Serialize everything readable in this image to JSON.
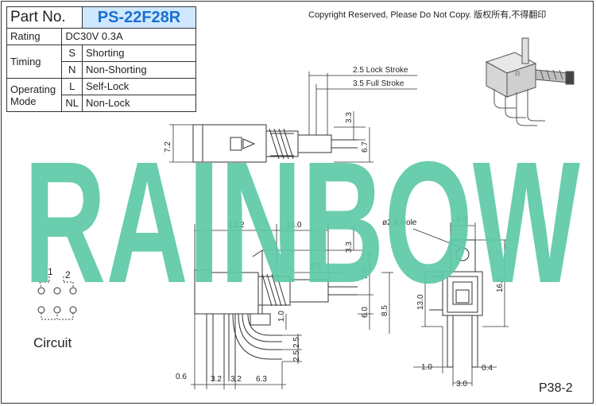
{
  "part": {
    "label": "Part No.",
    "number": "PS-22F28R"
  },
  "rating": {
    "label": "Rating",
    "value": "DC30V  0.3A"
  },
  "timing": {
    "label": "Timing",
    "rows": [
      {
        "code": "S",
        "value": "Shorting"
      },
      {
        "code": "N",
        "value": "Non-Shorting"
      }
    ]
  },
  "operating_mode": {
    "label_line1": "Operating",
    "label_line2": "Mode",
    "rows": [
      {
        "code": "L",
        "value": "Self-Lock"
      },
      {
        "code": "NL",
        "value": "Non-Lock"
      }
    ]
  },
  "copyright": "Copyright Reserved, Please Do Not Copy. 版权所有,不得翻印",
  "watermark": "RAINBOW",
  "watermark_color": "#5cc9a7",
  "page_code": "P38-2",
  "circuit": {
    "label": "Circuit",
    "pin1": "1",
    "pin2": "2"
  },
  "dimensions": {
    "lock_stroke": "2.5 Lock Stroke",
    "full_stroke": "3.5 Full Stroke",
    "top_height": "7.2",
    "top_d1": "3.3",
    "top_d2": "6.7",
    "side_w1": "12.2",
    "side_w2": "13.0",
    "side_d1": "3.3",
    "side_d2": "5.5",
    "side_d3": "7.0",
    "side_d4": "6.0",
    "side_d5": "8.5",
    "side_d6": "1.0",
    "pin_p1": "2.5",
    "pin_p2": "2.5",
    "bottom_b1": "0.6",
    "bottom_b2": "3.2",
    "bottom_b3": "3.2",
    "bottom_b4": "6.3",
    "hole": "ø2.8 Hole",
    "front_w": "5.0",
    "front_h1": "16.0",
    "front_h2": "13.0",
    "front_b1": "1.0",
    "front_b2": "0.4",
    "front_b3": "3.0"
  }
}
